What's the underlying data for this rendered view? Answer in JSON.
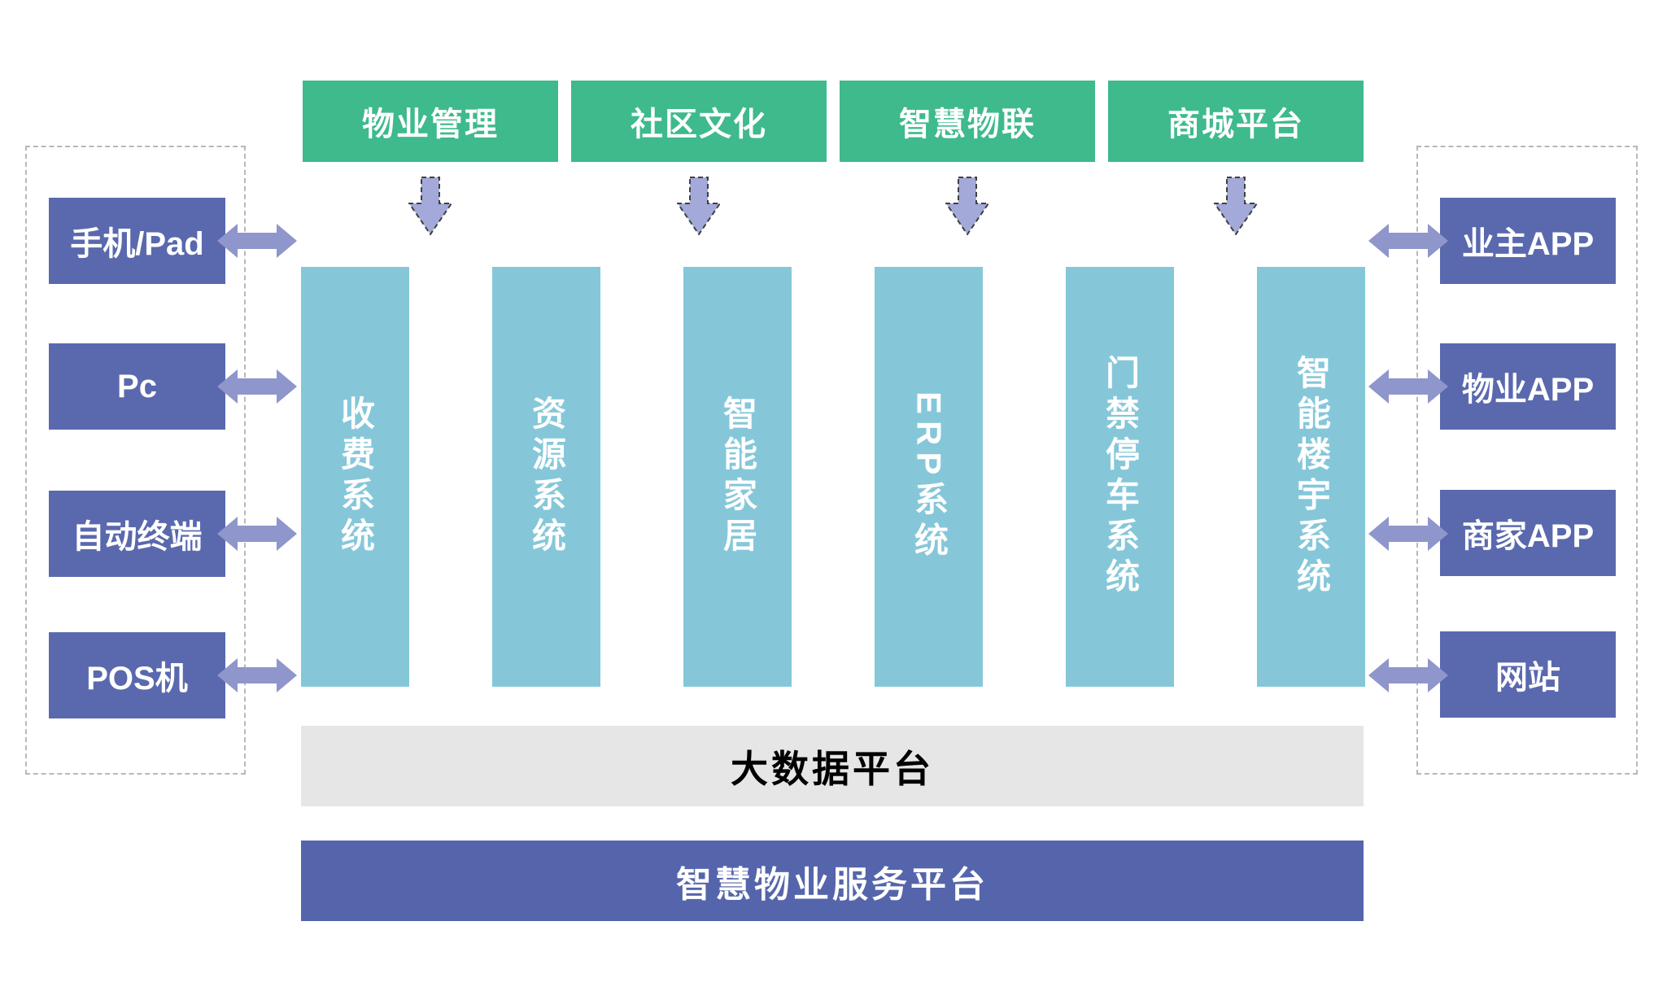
{
  "colors": {
    "green": "#3eba8d",
    "teal": "#85c7d9",
    "boxPurple": "#5a69ae",
    "barPurple": "#5565ab",
    "hArrowFill": "#8f96cb",
    "downArrowFill": "#a3a9d8",
    "downArrowStroke": "#404040",
    "grayBar": "#e6e6e6",
    "frameBorder": "#b8b8b8"
  },
  "top_modules": [
    "物业管理",
    "社区文化",
    "智慧物联",
    "商城平台"
  ],
  "system_columns": [
    "收费系统",
    "资源系统",
    "智能家居",
    "ERP系统",
    "门禁停车系统",
    "智能楼宇系统"
  ],
  "left_terminals": [
    "手机/Pad",
    "Pc",
    "自动终端",
    "POS机"
  ],
  "right_channels": [
    "业主APP",
    "物业APP",
    "商家APP",
    "网站"
  ],
  "bars": {
    "big_data": "大数据平台",
    "service_platform": "智慧物业服务平台"
  },
  "icons": {
    "down_arrow": "dashed-outline down arrow",
    "double_arrow": "left-right double arrow"
  }
}
